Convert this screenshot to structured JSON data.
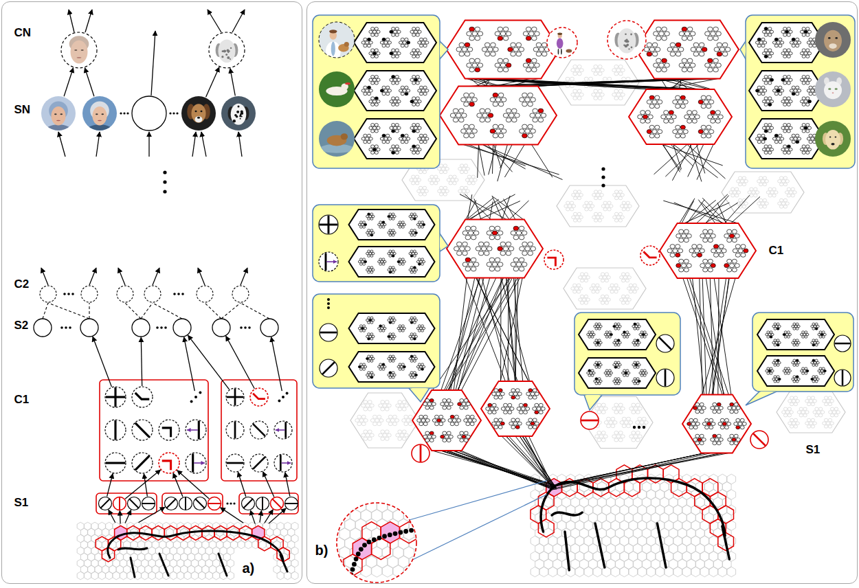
{
  "diagram": {
    "nodes": [
      {
        "text": [
          "CN",
          "SN",
          "C2",
          "S2",
          "C1",
          "S1",
          "a)"
        ]
      },
      {
        "text": [
          "C1",
          "S1",
          "b)"
        ]
      }
    ]
  }
}
